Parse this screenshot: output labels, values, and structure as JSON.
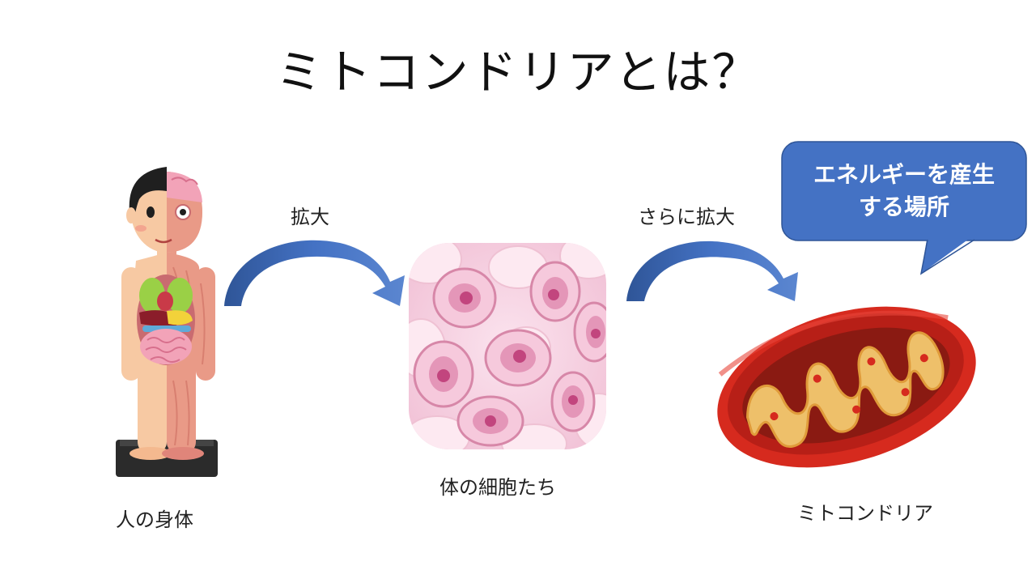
{
  "title": "ミトコンドリアとは？",
  "steps": {
    "body_label": "人の身体",
    "cells_label": "体の細胞たち",
    "mito_label": "ミトコンドリア"
  },
  "arrows": {
    "zoom1": "拡大",
    "zoom2": "さらに拡大"
  },
  "callout": {
    "line1": "エネルギーを産生",
    "line2": "する場所"
  },
  "colors": {
    "arrow": "#4472c4",
    "callout": "#4472c4",
    "cell_pink": "#f6c9dc",
    "mito_red": "#d62a1e"
  }
}
